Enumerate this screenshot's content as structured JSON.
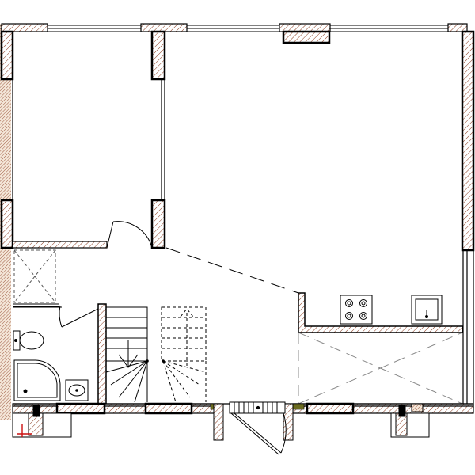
{
  "colors": {
    "background": "#ffffff",
    "line": "#000000",
    "hatch": "#8a3b1f",
    "wall_fill": "#ffffff",
    "outer_wall_fill": "#ead8c8",
    "accent_olive": "#6b6b1f",
    "accent_red": "#cc1111",
    "dash": "#666666"
  },
  "fixtures": [
    "stove-icon",
    "kitchen-sink-icon",
    "toilet-icon",
    "shower-tray-icon",
    "washbasin-icon"
  ],
  "features": [
    "staircase",
    "entrance-door",
    "wardrobe"
  ],
  "rooms": [
    "bedroom",
    "living-room",
    "hallway",
    "bathroom",
    "kitchen"
  ]
}
